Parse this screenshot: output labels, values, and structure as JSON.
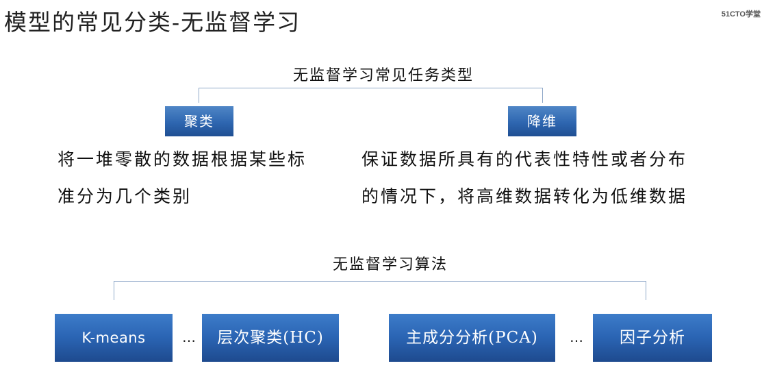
{
  "title": "模型的常见分类-无监督学习",
  "brand": "51CTO学堂",
  "tasks": {
    "heading": "无监督学习常见任务类型",
    "clustering": {
      "label": "聚类",
      "desc_line1": "将一堆零散的数据根据某些标",
      "desc_line2": "准分为几个类别"
    },
    "dimensionality_reduction": {
      "label": "降维",
      "desc_line1": "保证数据所具有的代表性特性或者分布",
      "desc_line2": "的情况下，将高维数据转化为低维数据"
    }
  },
  "algorithms": {
    "heading": "无监督学习算法",
    "items": [
      "K-means",
      "层次聚类(HC)",
      "主成分分析(PCA)",
      "因子分析"
    ],
    "ellipsis": "…"
  },
  "colors": {
    "box_top": "#4f86c6",
    "box_bottom": "#1f4f93",
    "bracket": "#8fa8c8"
  }
}
